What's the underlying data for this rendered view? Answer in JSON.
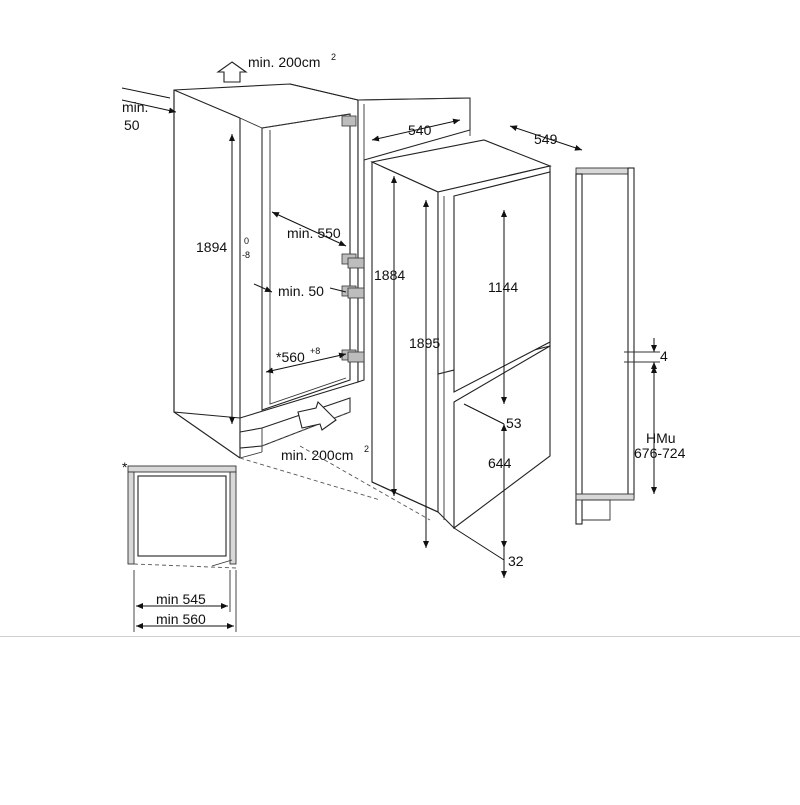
{
  "labels": {
    "vent_top": "min. 200cm",
    "vent_top_sup": "2",
    "side_gap_min": "min.",
    "side_gap_val": "50",
    "height_1894": "1894",
    "tol_upper": "0",
    "tol_lower": "-8",
    "depth_min_550": "min. 550",
    "gap_min_50": "min. 50",
    "width_560": "*560",
    "width_560_sup": "+8",
    "vent_bottom": "min. 200cm",
    "vent_bottom_sup": "2",
    "depth_540": "540",
    "depth_549": "549",
    "height_1884": "1884",
    "height_1895": "1895",
    "height_1144": "1144",
    "gap_53": "53",
    "height_644": "644",
    "gap_32": "32",
    "gap_4": "4",
    "hmu": "HMu",
    "hmu_range": "676-724",
    "min_545": "min 545",
    "min_560": "min 560",
    "asterisk": "*"
  }
}
